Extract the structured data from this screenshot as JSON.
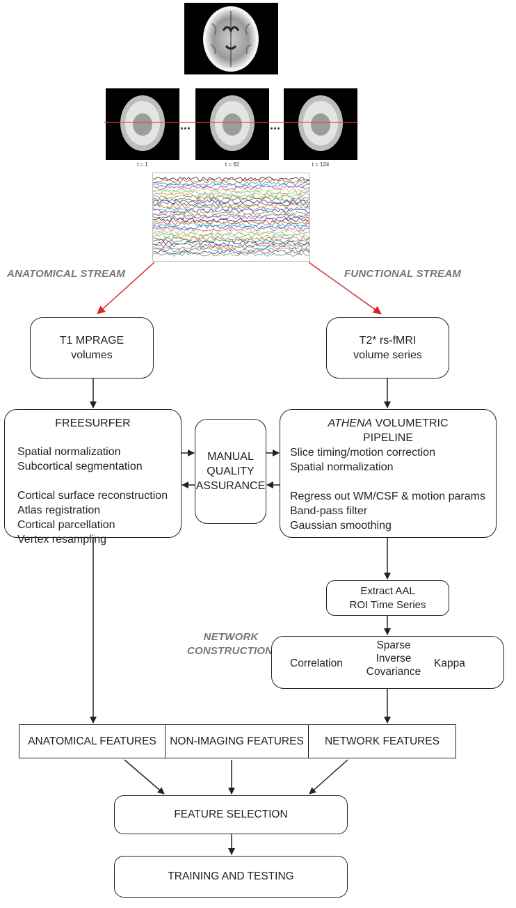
{
  "images": {
    "time_labels": [
      "t = 1",
      "t = 62",
      "t = 124"
    ],
    "ellipsis": "..."
  },
  "streams": {
    "anatomical": "ANATOMICAL STREAM",
    "functional": "FUNCTIONAL STREAM",
    "network": [
      "NETWORK",
      "CONSTRUCTION"
    ]
  },
  "t1_box": [
    "T1 MPRAGE",
    "volumes"
  ],
  "t2_box": [
    "T2* rs-fMRI",
    "volume series"
  ],
  "freesurfer": {
    "title": "FREESURFER",
    "group1": [
      "Spatial normalization",
      "Subcortical segmentation"
    ],
    "group2": [
      "Cortical surface reconstruction",
      "Atlas registration",
      "Cortical parcellation",
      "Vertex resampling"
    ]
  },
  "qa": [
    "MANUAL",
    "QUALITY",
    "ASSURANCE"
  ],
  "athena": {
    "title_italic": "ATHENA",
    "title_rest": " VOLUMETRIC",
    "title_line2": "PIPELINE",
    "group1": [
      "Slice timing/motion correction",
      "Spatial normalization"
    ],
    "group2": [
      "Regress out WM/CSF & motion params",
      "Band-pass filter",
      "Gaussian smoothing"
    ]
  },
  "extract": [
    "Extract AAL",
    "ROI Time Series"
  ],
  "network_methods": {
    "correlation": "Correlation",
    "sparse": [
      "Sparse",
      "Inverse",
      "Covariance"
    ],
    "kappa": "Kappa"
  },
  "features": {
    "anatomical": "ANATOMICAL FEATURES",
    "nonimaging": "NON-IMAGING FEATURES",
    "network": "NETWORK FEATURES"
  },
  "feature_selection": "FEATURE SELECTION",
  "training": "TRAINING AND TESTING",
  "colors": {
    "arrow_red": "#d8262b",
    "line": "#222222",
    "stream_gray": "#777777",
    "scan_line": "#e2442b"
  }
}
